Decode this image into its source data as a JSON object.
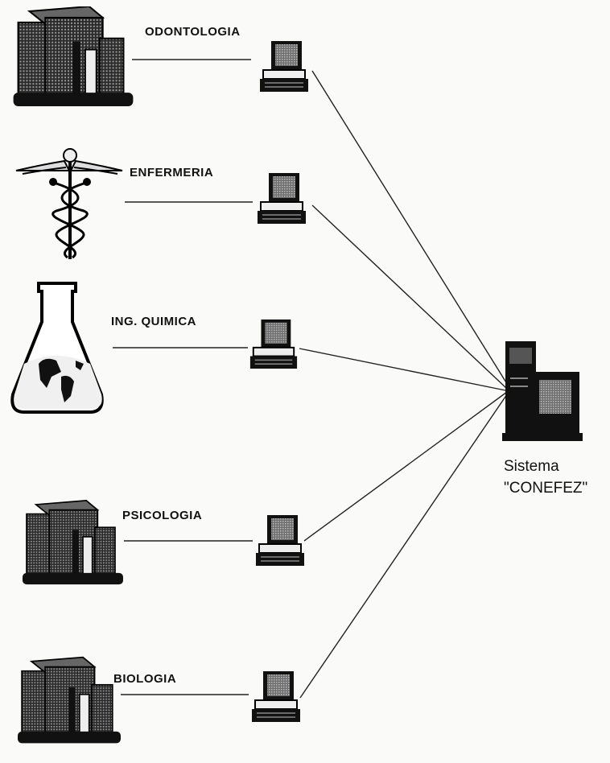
{
  "departments": [
    {
      "label": "ODONTOLOGIA",
      "icon": "building-icon"
    },
    {
      "label": "ENFERMERIA",
      "icon": "caduceus-icon"
    },
    {
      "label": "ING. QUIMICA",
      "icon": "flask-globe-icon"
    },
    {
      "label": "PSICOLOGIA",
      "icon": "building-icon"
    },
    {
      "label": "BIOLOGIA",
      "icon": "building-icon"
    }
  ],
  "system": {
    "line1": "Sistema",
    "line2": "\"CONEFEZ\"",
    "icon": "server-computer-icon"
  }
}
